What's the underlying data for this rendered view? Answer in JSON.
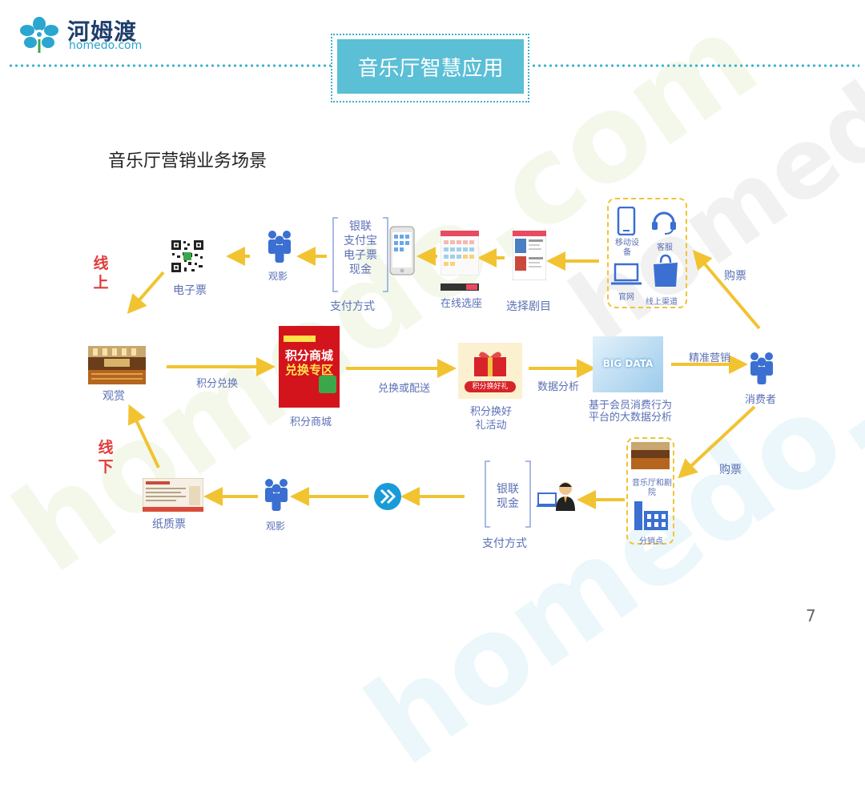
{
  "header": {
    "logo_cn": "河姆渡",
    "logo_en": "homedo.com",
    "title": "音乐厅智慧应用"
  },
  "subtitle": "音乐厅营销业务场景",
  "watermark": "homedo.com",
  "side_labels": {
    "online": "线上",
    "offline": "线下"
  },
  "top_row": {
    "eticket": "电子票",
    "watch": "观影",
    "payment_methods": [
      "银联",
      "支付宝",
      "电子票",
      "现金"
    ],
    "payment_label": "支付方式",
    "online_seat": "在线选座",
    "choose_show": "选择剧目",
    "channels": {
      "mobile": "移动设备",
      "service": "客服",
      "website": "官网",
      "online_channel": "线上渠道"
    },
    "buy": "购票"
  },
  "middle_row": {
    "enjoy": "观赏",
    "points_exchange": "积分兑换",
    "mall_poster": [
      "积分商城",
      "兑换专区"
    ],
    "mall_label": "积分商城",
    "exchange_deliver": "兑换或配送",
    "gift_label": "积分换好礼活动",
    "gift_badge": "积分换好礼",
    "data_analysis": "数据分析",
    "bigdata_badge": "BIG DATA",
    "bigdata_label": "基于会员消费行为平台的大数据分析",
    "precision_marketing": "精准营销",
    "consumer": "消费者"
  },
  "bottom_row": {
    "paper_ticket": "纸质票",
    "watch": "观影",
    "payment_methods": [
      "银联",
      "现金"
    ],
    "payment_label": "支付方式",
    "outlet_top": "音乐厅和剧院",
    "outlet_bottom": "分销点",
    "buy": "购票"
  },
  "page_number": "7",
  "colors": {
    "accent": "#5bbfd6",
    "arrow": "#f2c331",
    "label": "#5b6fb5",
    "red": "#e23b3b"
  }
}
